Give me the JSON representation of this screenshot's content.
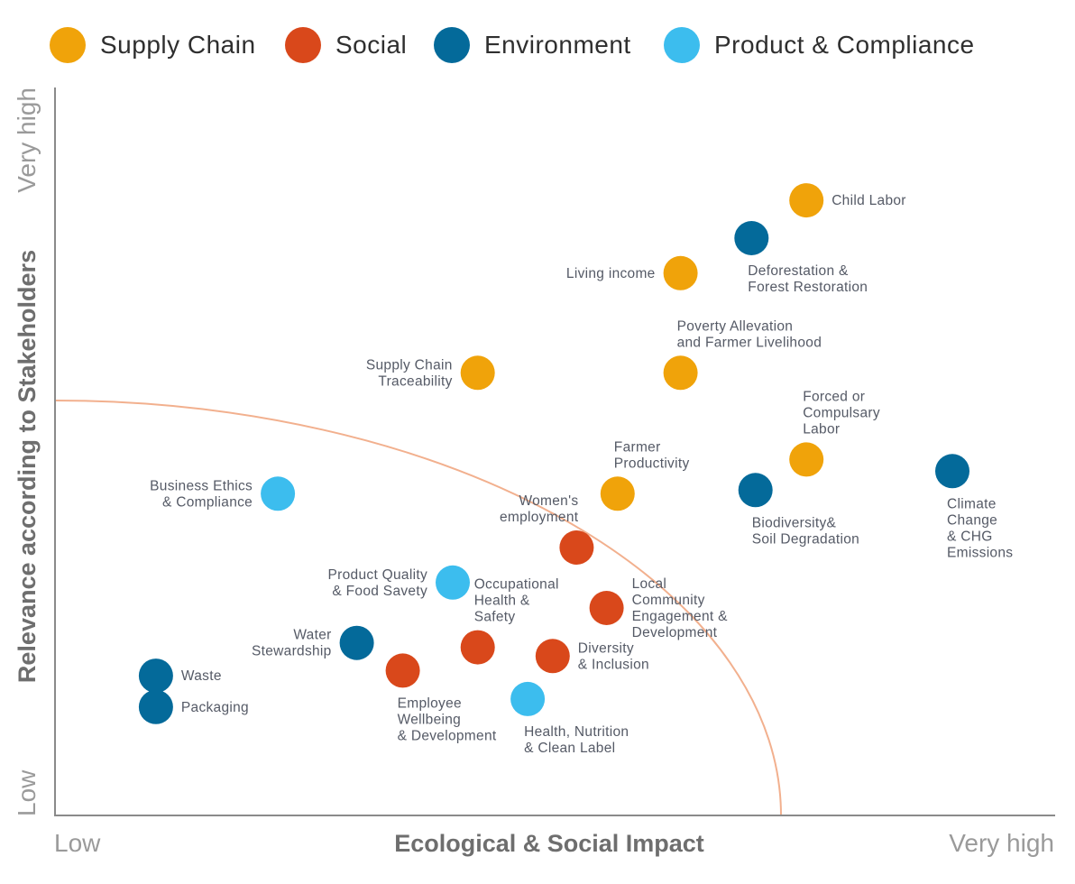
{
  "legend": [
    {
      "label": "Supply Chain",
      "color": "#f0a30a"
    },
    {
      "label": "Social",
      "color": "#d9481b"
    },
    {
      "label": "Environment",
      "color": "#046a9a"
    },
    {
      "label": "Product & Compliance",
      "color": "#3cbdee"
    }
  ],
  "axes": {
    "x_title": "Ecological & Social Impact",
    "x_low": "Low",
    "x_high": "Very high",
    "y_title": "Relevance according to Stakeholders",
    "y_low": "Low",
    "y_high": "Very high"
  },
  "chart_data": {
    "type": "scatter",
    "xlabel": "Ecological & Social Impact",
    "ylabel": "Relevance according to Stakeholders",
    "xlim": [
      0,
      100
    ],
    "ylim": [
      0,
      100
    ],
    "grid": false,
    "legend_position": "top",
    "threshold_curve": "quarter circle",
    "series": [
      {
        "name": "Supply Chain",
        "color": "#f0a30a",
        "points": [
          {
            "label": [
              "Child Labor"
            ],
            "x": 75.2,
            "y": 84.5,
            "label_pos": "right"
          },
          {
            "label": [
              "Living income"
            ],
            "x": 62.6,
            "y": 74.5,
            "label_pos": "left"
          },
          {
            "label": [
              "Poverty Allevation",
              "and Farmer Livelihood"
            ],
            "x": 62.6,
            "y": 60.8,
            "label_pos": "above-right"
          },
          {
            "label": [
              "Supply Chain",
              "Traceability"
            ],
            "x": 42.3,
            "y": 60.8,
            "label_pos": "left"
          },
          {
            "label": [
              "Forced or",
              "Compulsary",
              "Labor"
            ],
            "x": 75.2,
            "y": 48.9,
            "label_pos": "above-right"
          },
          {
            "label": [
              "Farmer",
              "Productivity"
            ],
            "x": 56.3,
            "y": 44.2,
            "label_pos": "above-right"
          }
        ]
      },
      {
        "name": "Social",
        "color": "#d9481b",
        "points": [
          {
            "label": [
              "Women's",
              "employment"
            ],
            "x": 52.2,
            "y": 36.8,
            "label_pos": "above-left"
          },
          {
            "label": [
              "Local",
              "Community",
              "Engagement &",
              "Development"
            ],
            "x": 55.2,
            "y": 28.5,
            "label_pos": "right"
          },
          {
            "label": [
              "Occupational",
              "Health &",
              "Safety"
            ],
            "x": 42.3,
            "y": 23.1,
            "label_pos": "above-right"
          },
          {
            "label": [
              "Diversity",
              "& Inclusion"
            ],
            "x": 49.8,
            "y": 21.9,
            "label_pos": "right"
          },
          {
            "label": [
              "Employee",
              "Wellbeing",
              "& Development"
            ],
            "x": 34.8,
            "y": 19.9,
            "label_pos": "below"
          }
        ]
      },
      {
        "name": "Environment",
        "color": "#046a9a",
        "points": [
          {
            "label": [
              "Deforestation &",
              "Forest Restoration"
            ],
            "x": 69.7,
            "y": 79.3,
            "label_pos": "below-right"
          },
          {
            "label": [
              "Climate",
              "Change",
              "& CHG",
              "Emissions"
            ],
            "x": 89.8,
            "y": 47.3,
            "label_pos": "below"
          },
          {
            "label": [
              "Biodiversity&",
              "Soil Degradation"
            ],
            "x": 70.1,
            "y": 44.7,
            "label_pos": "below-right"
          },
          {
            "label": [
              "Water",
              "Stewardship"
            ],
            "x": 30.2,
            "y": 23.7,
            "label_pos": "left"
          },
          {
            "label": [
              "Waste"
            ],
            "x": 10.1,
            "y": 19.2,
            "label_pos": "right"
          },
          {
            "label": [
              "Packaging"
            ],
            "x": 10.1,
            "y": 14.9,
            "label_pos": "right"
          }
        ]
      },
      {
        "name": "Product & Compliance",
        "color": "#3cbdee",
        "points": [
          {
            "label": [
              "Business Ethics",
              "& Compliance"
            ],
            "x": 22.3,
            "y": 44.2,
            "label_pos": "left"
          },
          {
            "label": [
              "Product Quality",
              "& Food Savety"
            ],
            "x": 39.8,
            "y": 32.0,
            "label_pos": "left"
          },
          {
            "label": [
              "Health, Nutrition",
              "& Clean Label"
            ],
            "x": 47.3,
            "y": 16.0,
            "label_pos": "below-right"
          }
        ]
      }
    ]
  }
}
